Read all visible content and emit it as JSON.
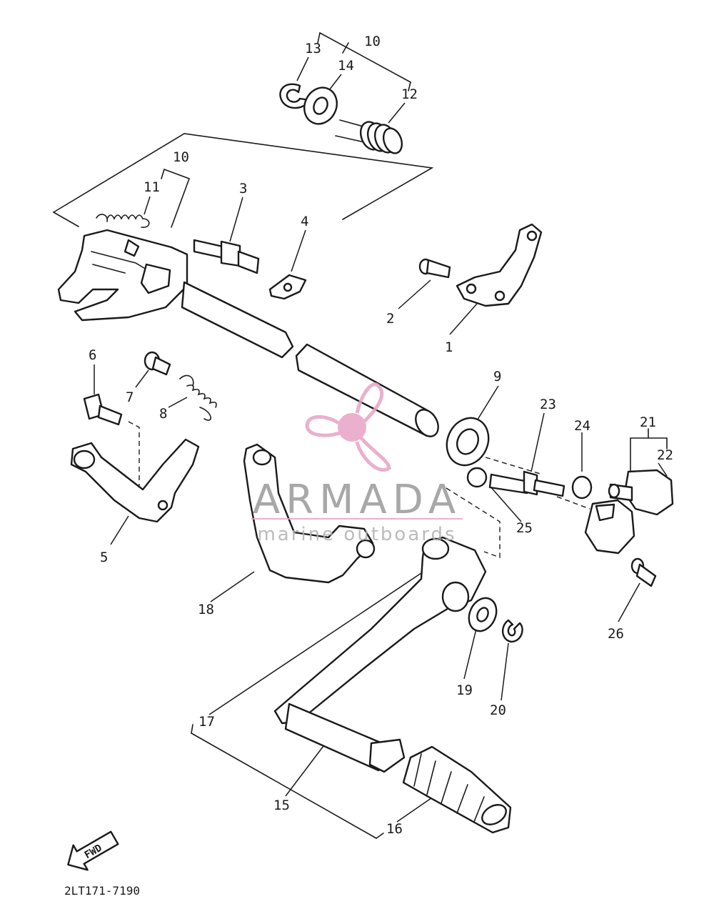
{
  "part_callouts": [
    "1",
    "2",
    "3",
    "4",
    "5",
    "6",
    "7",
    "8",
    "9",
    "10",
    "10",
    "11",
    "12",
    "13",
    "14",
    "15",
    "16",
    "17",
    "18",
    "19",
    "20",
    "21",
    "22",
    "23",
    "24",
    "25",
    "26"
  ],
  "watermark": {
    "brand": "ARMADA",
    "tagline": "marine outboards",
    "logo_color": "#e7a3c6"
  },
  "direction_marker": {
    "icon": "fwd-arrow-icon",
    "label": "FWD"
  },
  "diagram_code": "2LT171-7190"
}
